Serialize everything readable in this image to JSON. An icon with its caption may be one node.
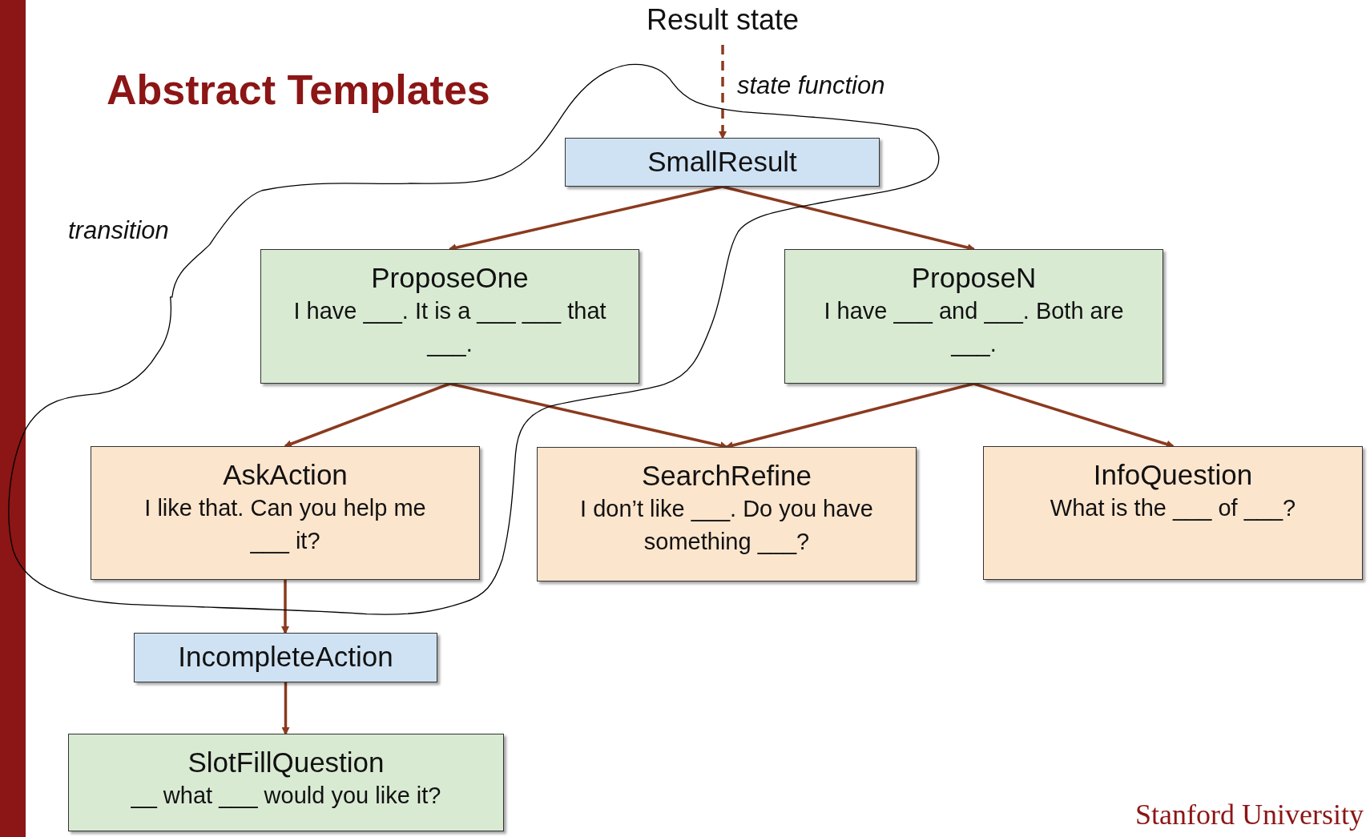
{
  "diagram": {
    "title": "Abstract Templates",
    "nodes": [
      {
        "text": [
          "Result state"
        ]
      },
      {
        "text": [
          "transition"
        ]
      },
      {
        "text": [
          "SmallResult"
        ],
        "in": 1
      },
      {
        "text": [
          "ProposeOne",
          "I have ___. It is a ___ ___ that ___."
        ],
        "in": 1
      },
      {
        "text": [
          "ProposeN",
          "I have ___ and ___. Both are ___."
        ]
      },
      {
        "text": [
          "AskAction",
          "I like that. Can you help me ___ it?"
        ],
        "in": 1
      },
      {
        "text": [
          "SearchRefine",
          "I don’t like ___. Do you have something ___?"
        ]
      },
      {
        "text": [
          "InfoQuestion",
          "What is the ___ of ___?"
        ]
      },
      {
        "text": [
          "IncompleteAction"
        ]
      },
      {
        "text": [
          "SlotFillQuestion",
          "__ what ___ would you like it?"
        ]
      }
    ],
    "edges": [
      {
        "from": 0,
        "to": 2,
        "arrow": "to",
        "label": "state function",
        "style": "dashed"
      },
      {
        "from": 2,
        "to": 3,
        "arrow": "to"
      },
      {
        "from": 2,
        "to": 4,
        "arrow": "to"
      },
      {
        "from": 3,
        "to": 5,
        "arrow": "to"
      },
      {
        "from": 3,
        "to": 6,
        "arrow": "to"
      },
      {
        "from": 4,
        "to": 6,
        "arrow": "to"
      },
      {
        "from": 4,
        "to": 7,
        "arrow": "to"
      },
      {
        "from": 5,
        "to": 8,
        "arrow": "to"
      },
      {
        "from": 8,
        "to": 9,
        "arrow": "to"
      }
    ],
    "labels": [
      "Stanford University"
    ]
  }
}
